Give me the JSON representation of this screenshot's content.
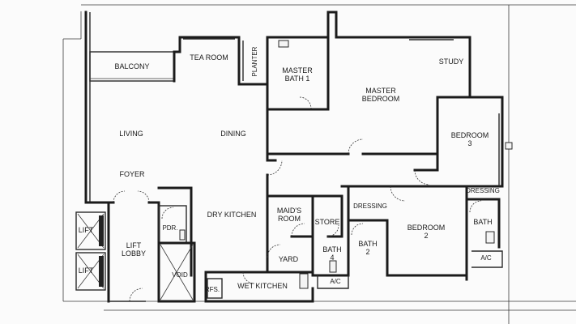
{
  "rooms": {
    "balcony": "BALCONY",
    "tea_room": "TEA ROOM",
    "planter": "PLANTER",
    "master_bath": "MASTER\nBATH 1",
    "master_bedroom": "MASTER\nBEDROOM",
    "study": "STUDY",
    "bedroom3": "BEDROOM\n3",
    "living": "LIVING",
    "dining": "DINING",
    "foyer": "FOYER",
    "dressing_left": "DRESSING",
    "dressing_right": "DRESSING",
    "bedroom2": "BEDROOM\n2",
    "bath_right": "BATH",
    "dry_kitchen": "DRY KITCHEN",
    "maids_room": "MAID'S\nROOM",
    "store": "STORE",
    "lift_top": "LIFT",
    "lift_bottom": "LIFT",
    "lift_lobby": "LIFT\nLOBBY",
    "pdr": "PDR.",
    "void": "VOID",
    "yard": "YARD",
    "bath4": "BATH\n4",
    "bath2": "BATH\n2",
    "ac_mid": "A/C",
    "ac_right": "A/C",
    "rfs": "RFS.",
    "wet_kitchen": "WET KITCHEN"
  }
}
